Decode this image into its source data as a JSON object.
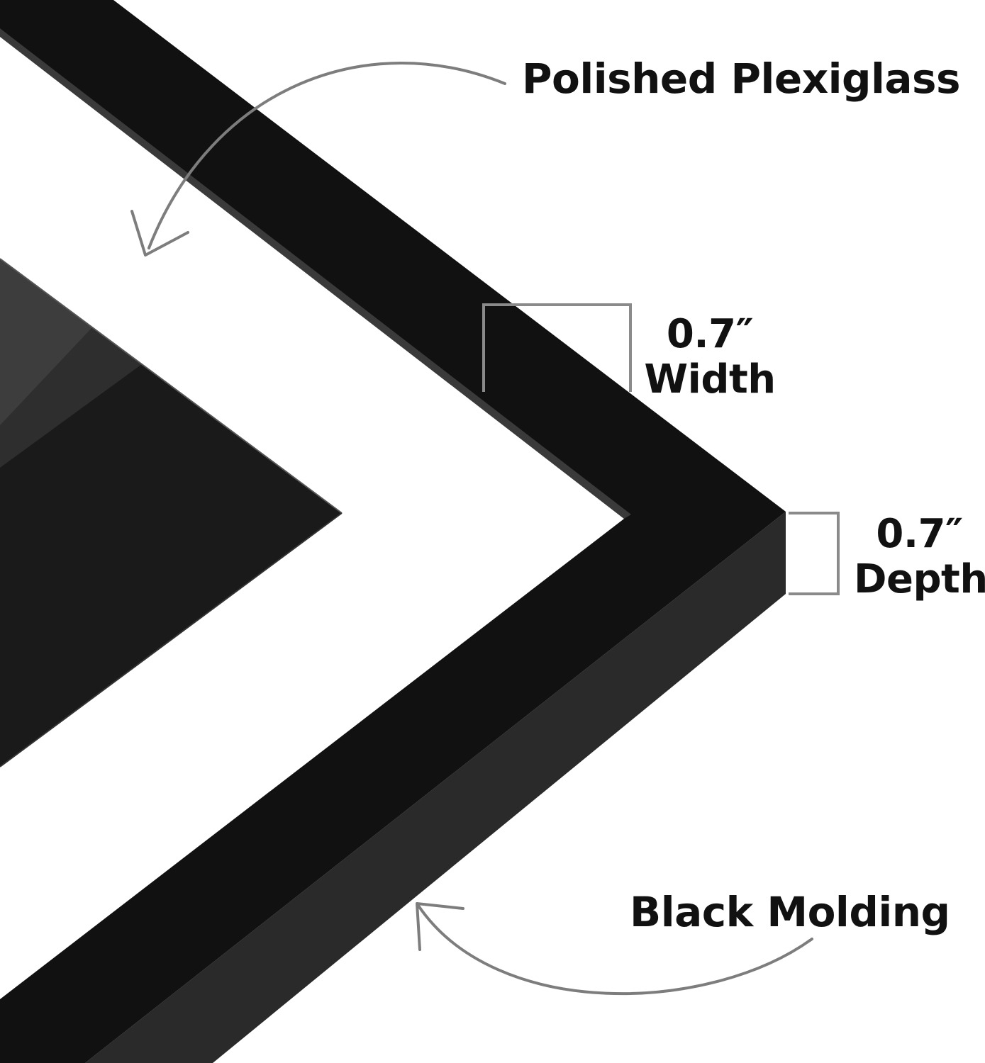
{
  "labels": {
    "plexiglass": "Polished Plexiglass",
    "width_value": "0.7″",
    "width_label": "Width",
    "depth_value": "0.7″",
    "depth_label": "Depth",
    "molding": "Black Molding"
  },
  "colors": {
    "background": "#ffffff",
    "frame_face": "#111111",
    "frame_side": "#2a2a2a",
    "artwork": "#1a1a1a",
    "mat": "#ffffff",
    "arrow": "#7d7d7d",
    "bracket": "#8a8a8a",
    "text": "#111111"
  },
  "icons": {
    "plexiglass_pointer": "curved-arrow-icon",
    "molding_pointer": "curved-arrow-icon",
    "width_marker": "dimension-bracket-icon",
    "depth_marker": "dimension-bracket-icon"
  }
}
